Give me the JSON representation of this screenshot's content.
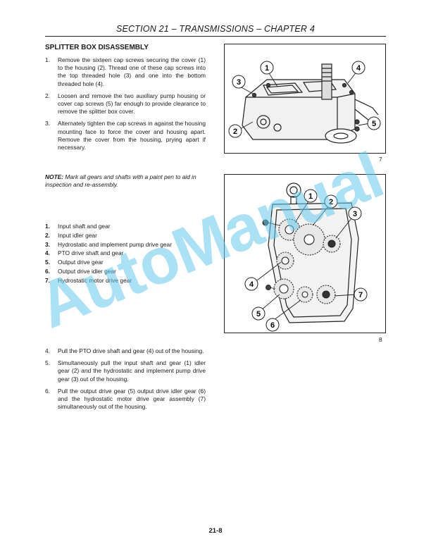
{
  "header": {
    "title": "SECTION 21 – TRANSMISSIONS – CHAPTER 4"
  },
  "section_title": "SPLITTER BOX DISASSEMBLY",
  "steps_part1": [
    {
      "num": "1.",
      "text": "Remove the sixteen cap screws securing the cover (1) to the housing (2). Thread one of these cap screws into the top threaded hole (3) and one into the bottom threaded hole (4)."
    },
    {
      "num": "2.",
      "text": "Loosen and remove the two auxiliary pump housing or cover cap screws (5) far enough to provide clearance to remove the splitter box cover."
    },
    {
      "num": "3.",
      "text": "Alternately tighten the cap screws in against the housing mounting face to force the cover and housing apart. Remove the cover from the housing, prying apart if necessary."
    }
  ],
  "note": {
    "label": "NOTE:",
    "text": " Mark all gears and shafts with a paint pen to aid in inspection and re-assembly."
  },
  "legend": [
    {
      "num": "1.",
      "text": "Input shaft and gear"
    },
    {
      "num": "2.",
      "text": "Input idler gear"
    },
    {
      "num": "3.",
      "text": "Hydrostatic and implement pump drive gear"
    },
    {
      "num": "4.",
      "text": "PTO drive shaft and gear"
    },
    {
      "num": "5.",
      "text": "Output drive gear"
    },
    {
      "num": "6.",
      "text": "Output drive idler gear"
    },
    {
      "num": "7.",
      "text": "Hydrostatic motor drive gear"
    }
  ],
  "steps_part2": [
    {
      "num": "4.",
      "text": "Pull the PTO drive shaft and gear (4) out of the housing."
    },
    {
      "num": "5.",
      "text": "Simultaneously pull the input shaft and gear (1) idler gear (2) and the hydrostatic and implement pump drive gear (3) out of the housing."
    },
    {
      "num": "6.",
      "text": "Pull the output drive gear (5) output drive idler gear (6) and the hydrostatic motor drive gear assembly (7) simultaneously out of the housing."
    }
  ],
  "figure1": {
    "number": "7",
    "callouts": [
      "1",
      "2",
      "3",
      "4",
      "5"
    ]
  },
  "figure2": {
    "number": "8",
    "callouts": [
      "1",
      "2",
      "3",
      "4",
      "5",
      "6",
      "7"
    ]
  },
  "page_number": "21-8",
  "watermark": "AutoManual"
}
